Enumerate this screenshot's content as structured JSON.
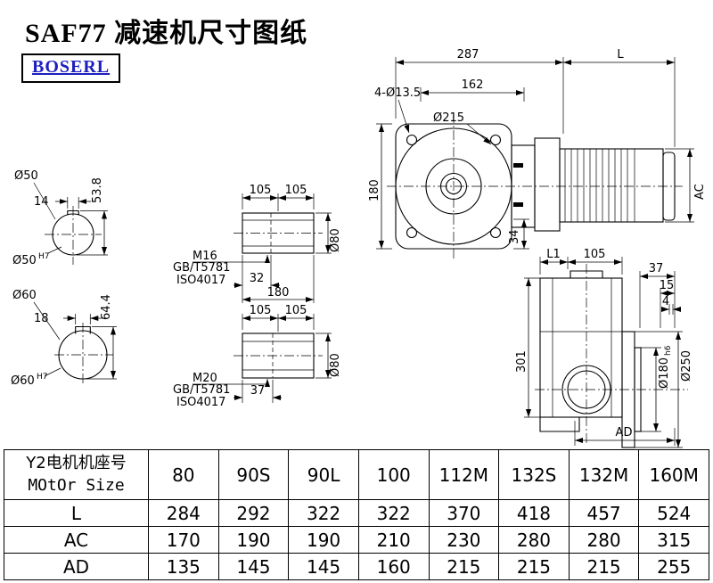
{
  "page": {
    "title": "SAF77 减速机尺寸图纸",
    "logo": "BOSERL"
  },
  "shaft_section_1": {
    "dia": "Ø50",
    "bore": "Ø50",
    "bore_tol": "H7",
    "key_width": "14",
    "key_height": "53.8"
  },
  "shaft_section_2": {
    "dia": "Ø60",
    "bore": "Ø60",
    "bore_tol": "H7",
    "key_width": "18",
    "key_height": "64.4"
  },
  "hollow_shaft_1": {
    "len1": "105",
    "len2": "105",
    "thread": "M16",
    "std1": "GB/T5781",
    "std2": "ISO4017",
    "thread_depth": "32",
    "length": "180",
    "dia": "Ø80"
  },
  "hollow_shaft_2": {
    "len1": "105",
    "len2": "105",
    "thread": "M20",
    "std1": "GB/T5781",
    "std2": "ISO4017",
    "thread_depth": "37",
    "dia": "Ø80"
  },
  "front_view": {
    "width": "287",
    "motor_len": "L",
    "holes": "4-Ø13.5",
    "dim162": "162",
    "flange_dia": "Ø215",
    "height": "180",
    "dim34": "34",
    "motor_height": "AC"
  },
  "side_view": {
    "dimL1": "L1",
    "dim105": "105",
    "dim37": "37",
    "dim15": "15",
    "dim4": "4",
    "height": "301",
    "pilot_dia": "Ø180",
    "pilot_tol": "h6",
    "flange_dia": "Ø250",
    "dimAD": "AD"
  },
  "table": {
    "header_line1": "Y2电机机座号",
    "header_line2": "MOtOr Size",
    "columns": [
      "80",
      "90S",
      "90L",
      "100",
      "112M",
      "132S",
      "132M",
      "160M"
    ],
    "rows": [
      {
        "label": "L",
        "values": [
          "284",
          "292",
          "322",
          "322",
          "370",
          "418",
          "457",
          "524"
        ]
      },
      {
        "label": "AC",
        "values": [
          "170",
          "190",
          "190",
          "210",
          "230",
          "280",
          "280",
          "315"
        ]
      },
      {
        "label": "AD",
        "values": [
          "135",
          "145",
          "145",
          "160",
          "215",
          "215",
          "215",
          "255"
        ]
      }
    ]
  }
}
